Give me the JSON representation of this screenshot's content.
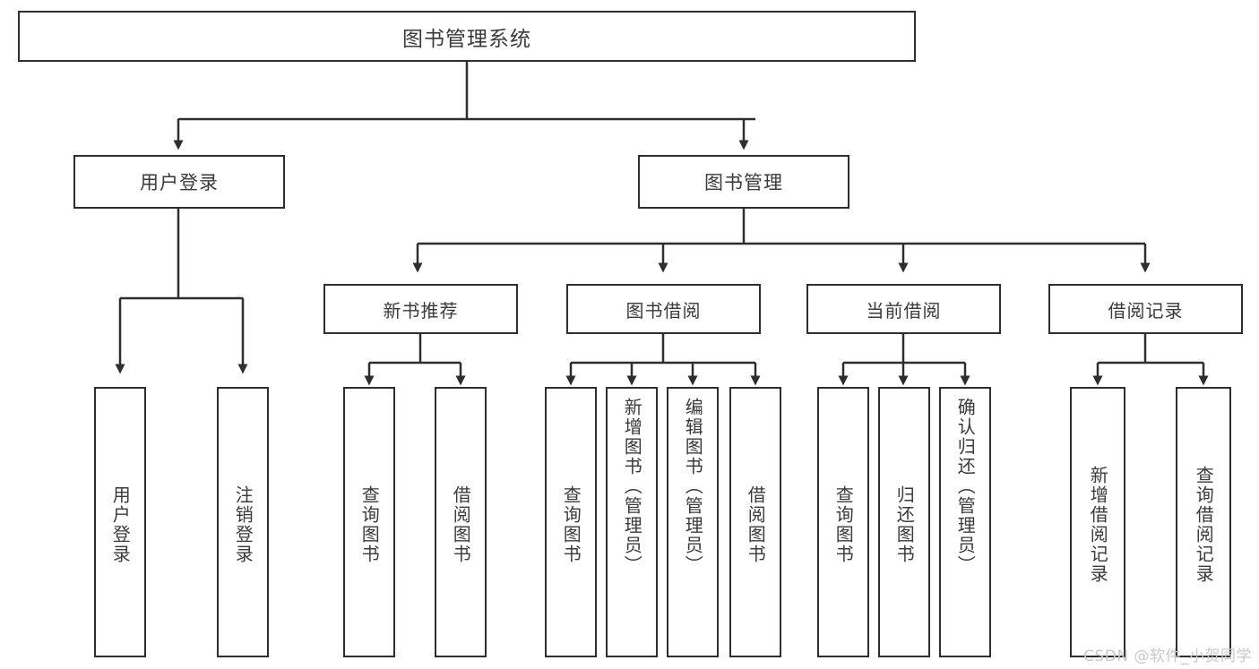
{
  "diagram": {
    "type": "tree",
    "title": "图书管理系统",
    "watermark": "CSDN @软件_小贺同学",
    "colors": {
      "border": "#2e2e2e",
      "text": "#3a3a3a",
      "background": "#ffffff",
      "connector": "#2e2e2e",
      "watermark": "#c9c9c9"
    },
    "root": {
      "label": "图书管理系统"
    },
    "level2": [
      {
        "label": "用户登录"
      },
      {
        "label": "图书管理"
      }
    ],
    "level3": [
      {
        "label": "新书推荐"
      },
      {
        "label": "图书借阅"
      },
      {
        "label": "当前借阅"
      },
      {
        "label": "借阅记录"
      }
    ],
    "leaves": {
      "user_login": [
        {
          "label": "用户登录"
        },
        {
          "label": "注销登录"
        }
      ],
      "new_book_recommend": [
        {
          "label": "查询图书"
        },
        {
          "label": "借阅图书"
        }
      ],
      "book_borrow": [
        {
          "label": "查询图书"
        },
        {
          "label": "新增图书（管理员）"
        },
        {
          "label": "编辑图书（管理员）"
        },
        {
          "label": "借阅图书"
        }
      ],
      "current_borrow": [
        {
          "label": "查询图书"
        },
        {
          "label": "归还图书"
        },
        {
          "label": "确认归还（管理员）"
        }
      ],
      "borrow_record": [
        {
          "label": "新增借阅记录"
        },
        {
          "label": "查询借阅记录"
        }
      ]
    }
  }
}
